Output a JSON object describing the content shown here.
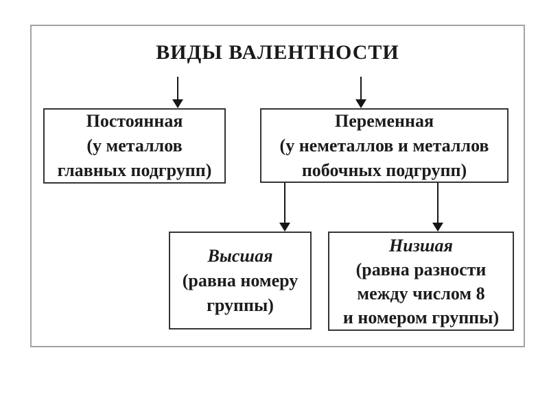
{
  "diagram": {
    "title": "ВИДЫ ВАЛЕНТНОСТИ",
    "boxes": {
      "constant": {
        "name": "Постоянная",
        "lines": [
          "Постоянная",
          "(у металлов",
          "главных подгрупп)"
        ]
      },
      "variable": {
        "name": "Переменная",
        "lines": [
          "Переменная",
          "(у неметаллов и металлов",
          "побочных подгрупп)"
        ]
      },
      "highest": {
        "name": "Высшая",
        "lines": [
          "Высшая",
          "(равна номеру",
          "группы)"
        ]
      },
      "lowest": {
        "name": "Низшая",
        "lines": [
          "Низшая",
          "(равна разности",
          "между числом 8",
          "и номером группы)"
        ]
      }
    },
    "connectors": [
      {
        "from": "title",
        "to": "constant",
        "type": "down-arrow"
      },
      {
        "from": "title",
        "to": "variable",
        "type": "down-arrow"
      },
      {
        "from": "variable",
        "to": "highest",
        "type": "down-arrow"
      },
      {
        "from": "variable",
        "to": "lowest",
        "type": "down-arrow"
      }
    ],
    "colors": {
      "background": "#ffffff",
      "frame_border": "#a2a2a2",
      "box_border": "#343434",
      "text": "#1c1c1c",
      "arrow": "#161616"
    }
  }
}
